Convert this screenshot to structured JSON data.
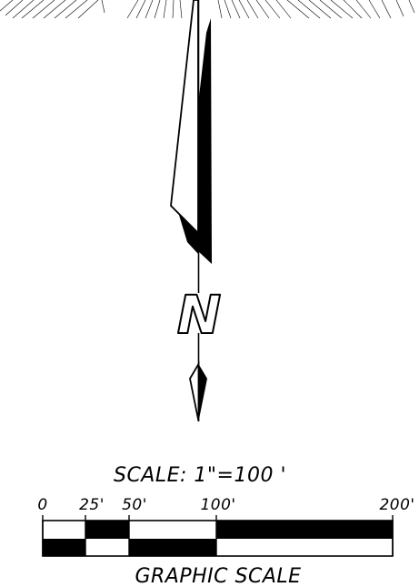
{
  "north_arrow": {
    "letter": "N"
  },
  "scale": {
    "title": "SCALE: 1\"=100 '",
    "tick_labels": [
      "0",
      "25'",
      "50'",
      "100'",
      "200'"
    ],
    "caption": "GRAPHIC SCALE",
    "colors": {
      "ink": "#000000",
      "paper": "#ffffff"
    }
  }
}
